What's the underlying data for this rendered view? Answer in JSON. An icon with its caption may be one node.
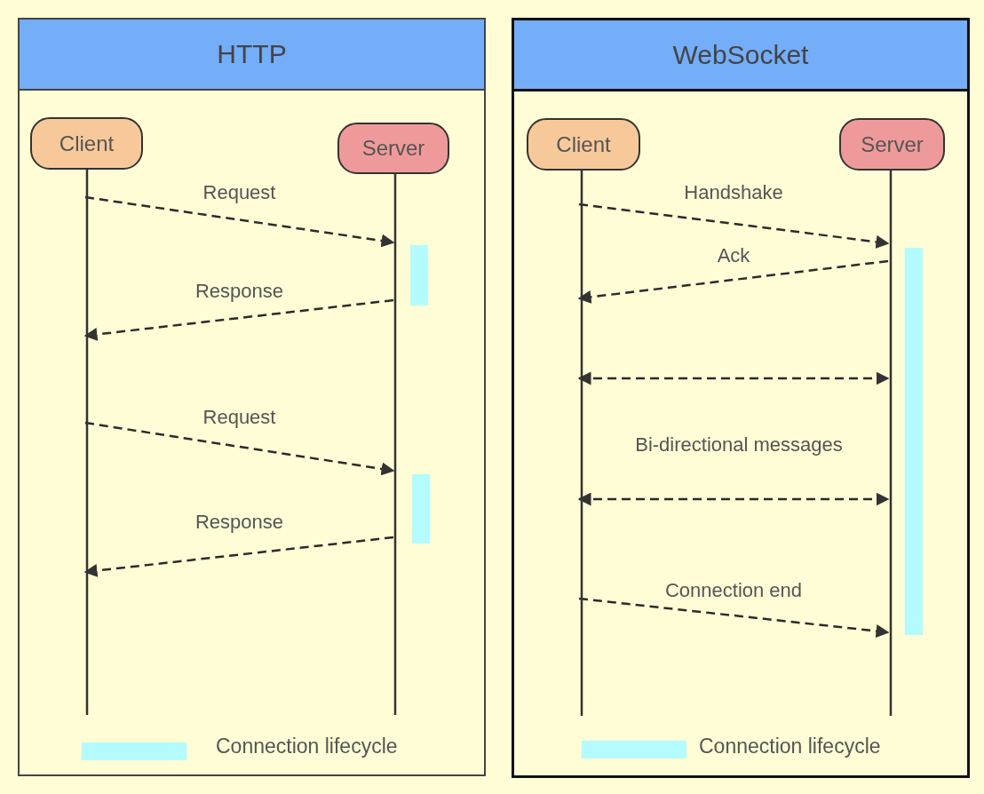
{
  "diagram": {
    "nodes": [
      {
        "text": [
          "HTTP"
        ]
      },
      {
        "text": [
          "Client"
        ],
        "in": 0
      },
      {
        "text": [
          "Server"
        ],
        "in": 0
      },
      {
        "text": [
          "WebSocket"
        ]
      },
      {
        "text": [
          "Client"
        ],
        "in": 3
      },
      {
        "text": [
          "Server"
        ],
        "in": 3
      }
    ],
    "edges": [
      {
        "from": 1,
        "to": 2,
        "arrow": "to",
        "label": "Request",
        "style": "dashed"
      },
      {
        "from": 2,
        "to": 1,
        "arrow": "to",
        "label": "Response",
        "style": "dashed"
      },
      {
        "from": 1,
        "to": 2,
        "arrow": "to",
        "label": "Request",
        "style": "dashed"
      },
      {
        "from": 2,
        "to": 1,
        "arrow": "to",
        "label": "Response",
        "style": "dashed"
      },
      {
        "from": 4,
        "to": 5,
        "arrow": "to",
        "label": "Handshake",
        "style": "dashed"
      },
      {
        "from": 5,
        "to": 4,
        "arrow": "to",
        "label": "Ack",
        "style": "dashed"
      },
      {
        "from": 4,
        "to": 5,
        "arrow": "both",
        "style": "dashed"
      },
      {
        "from": 4,
        "to": 5,
        "arrow": "both",
        "style": "dashed"
      },
      {
        "from": 4,
        "to": 5,
        "arrow": "to",
        "label": "Connection end",
        "style": "dashed"
      }
    ],
    "labels": [
      "Bi-directional messages"
    ],
    "legend": [
      {
        "text": "Connection lifecycle",
        "color": "#b3fbff"
      },
      {
        "text": "Connection lifecycle",
        "color": "#b3fbff"
      }
    ]
  }
}
